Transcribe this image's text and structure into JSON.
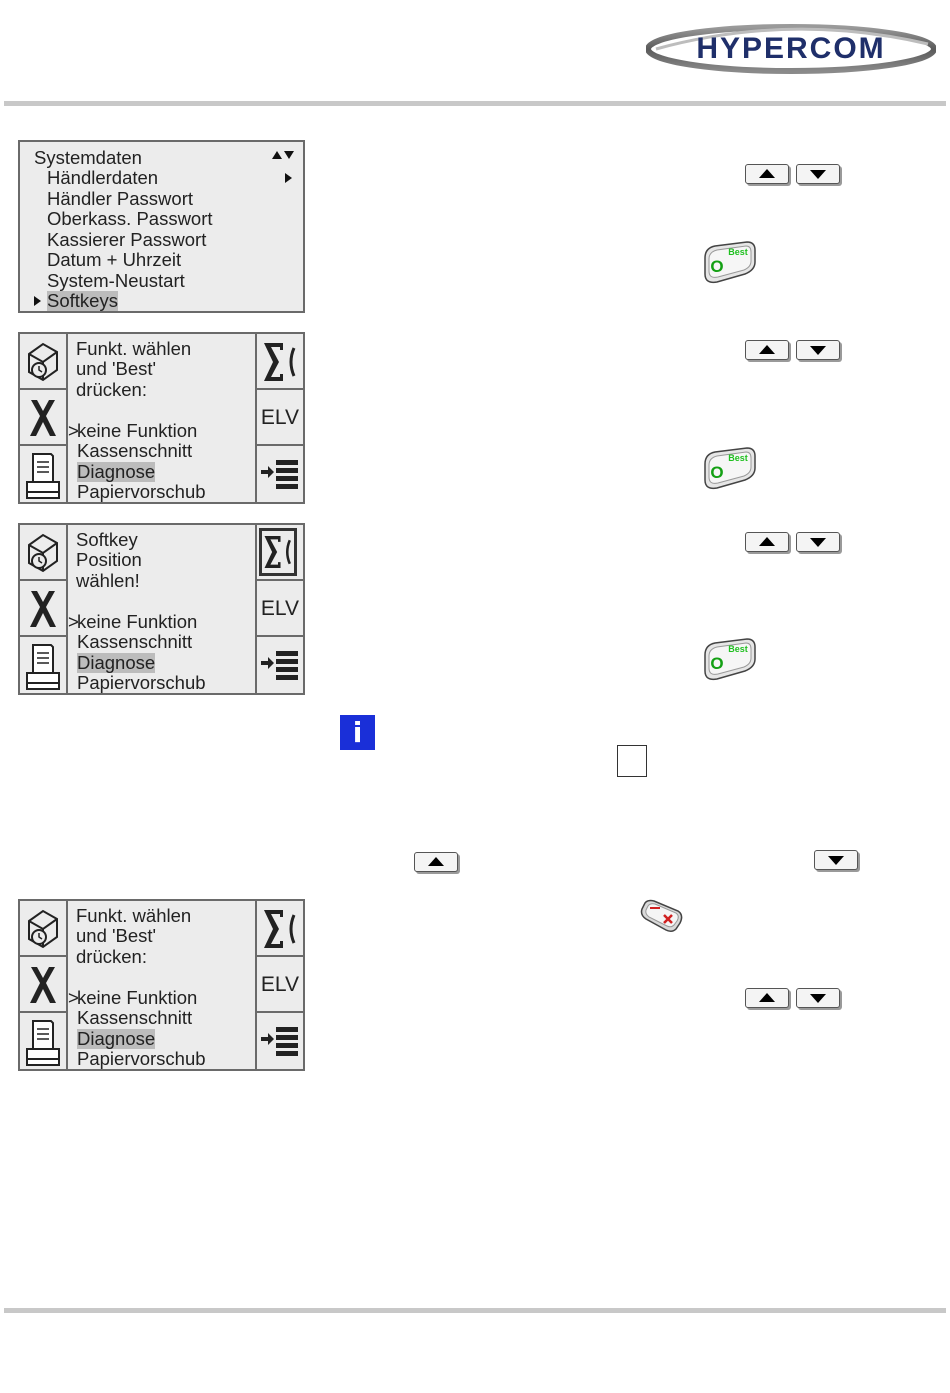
{
  "header": {
    "logo_text": "HYPERCOM"
  },
  "panel1": {
    "title": "Systemdaten",
    "items": [
      "Händlerdaten",
      "Händler Passwort",
      "Oberkass. Passwort",
      "Kassierer Passwort",
      "Datum + Uhrzeit",
      "System-Neustart",
      "Softkeys"
    ],
    "selected_index": 6
  },
  "panel2": {
    "prompt": [
      "Funkt. wählen",
      "und 'Best'",
      "drücken:"
    ],
    "options": [
      "keine Funktion",
      "Kassenschnitt",
      "Diagnose",
      "Papiervorschub"
    ],
    "right_label": "ELV"
  },
  "panel3": {
    "prompt": [
      "Softkey",
      "Position",
      "wählen!"
    ],
    "options": [
      "keine Funktion",
      "Kassenschnitt",
      "Diagnose",
      "Papiervorschub"
    ],
    "right_label": "ELV"
  },
  "panel4": {
    "prompt": [
      "Funkt. wählen",
      "und 'Best'",
      "drücken:"
    ],
    "options": [
      "keine Funktion",
      "Kassenschnitt",
      "Diagnose",
      "Papiervorschub"
    ],
    "right_label": "ELV"
  },
  "keys": {
    "best_label": "Best",
    "best_symbol": "O",
    "info_symbol": "i"
  },
  "colors": {
    "info_blue": "#1a2fd8",
    "best_green": "#1fc01f",
    "cancel_red": "#d02020"
  }
}
